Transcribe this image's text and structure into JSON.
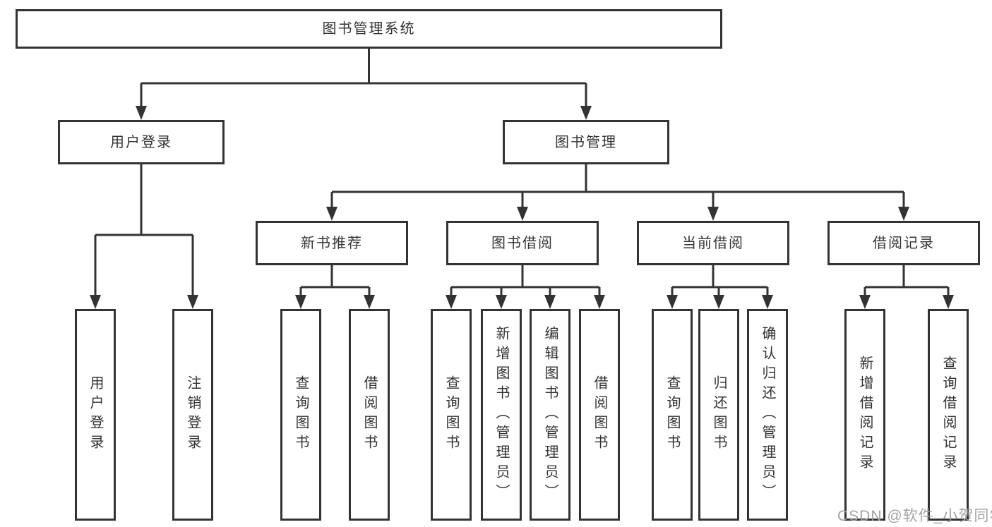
{
  "diagram": {
    "type": "hierarchy-tree",
    "root": {
      "label": "图书管理系统",
      "children": [
        {
          "label": "用户登录",
          "children": [
            {
              "label": "用户登录"
            },
            {
              "label": "注销登录"
            }
          ]
        },
        {
          "label": "图书管理",
          "children": [
            {
              "label": "新书推荐",
              "children": [
                {
                  "label": "查询图书"
                },
                {
                  "label": "借阅图书"
                }
              ]
            },
            {
              "label": "图书借阅",
              "children": [
                {
                  "label": "查询图书"
                },
                {
                  "label": "新增图书（管理员）"
                },
                {
                  "label": "编辑图书（管理员）"
                },
                {
                  "label": "借阅图书"
                }
              ]
            },
            {
              "label": "当前借阅",
              "children": [
                {
                  "label": "查询图书"
                },
                {
                  "label": "归还图书"
                },
                {
                  "label": "确认归还（管理员）"
                }
              ]
            },
            {
              "label": "借阅记录",
              "children": [
                {
                  "label": "新增借阅记录"
                },
                {
                  "label": "查询借阅记录"
                }
              ]
            }
          ]
        }
      ]
    }
  },
  "watermark": {
    "text": "CSDN @软件_小贺同学"
  },
  "colors": {
    "line": "#333333",
    "box_border": "#333333",
    "box_fill": "#ffffff",
    "text": "#333333",
    "watermark": "#9e9e9e",
    "background": "#ffffff"
  }
}
